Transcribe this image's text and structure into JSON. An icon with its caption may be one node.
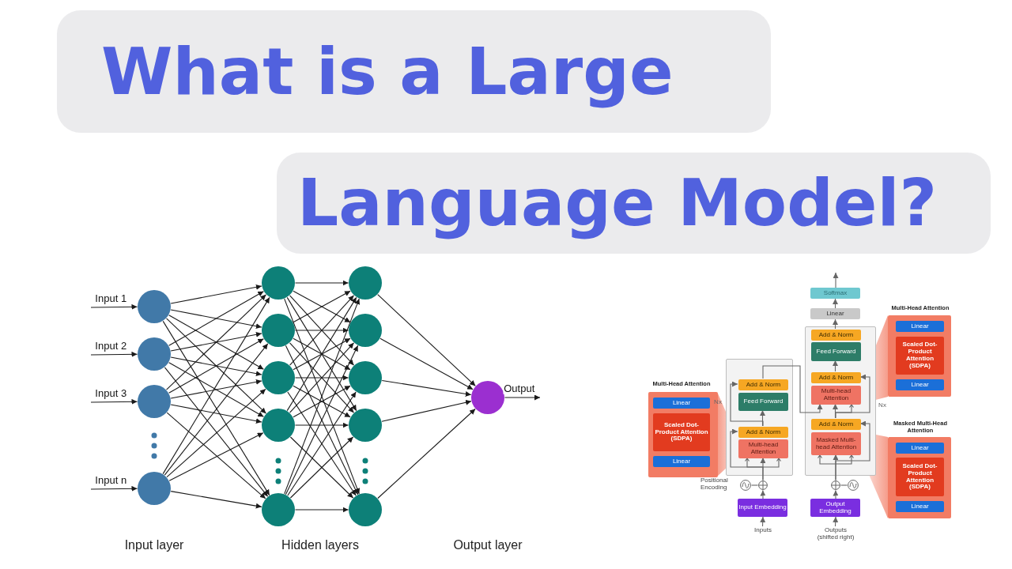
{
  "diagram": {
    "nodes": [
      {
        "text": [
          "What is a Large"
        ]
      },
      {
        "text": [
          "Language Model?"
        ]
      },
      {
        "text": [],
        "shape": "circle"
      },
      {
        "text": [],
        "shape": "circle"
      },
      {
        "text": [],
        "shape": "circle"
      },
      {
        "text": [],
        "shape": "circle"
      },
      {
        "text": [],
        "shape": "circle"
      },
      {
        "text": [],
        "shape": "circle"
      },
      {
        "text": [],
        "shape": "circle"
      },
      {
        "text": [],
        "shape": "circle"
      },
      {
        "text": [],
        "shape": "circle"
      },
      {
        "text": [],
        "shape": "circle"
      },
      {
        "text": [],
        "shape": "circle"
      },
      {
        "text": [],
        "shape": "circle"
      },
      {
        "text": [],
        "shape": "circle"
      },
      {
        "text": [],
        "shape": "circle"
      },
      {
        "text": [],
        "shape": "circle"
      },
      {
        "text": [],
        "shape": "box"
      },
      {
        "text": [
          "Add & Norm"
        ],
        "in": 17
      },
      {
        "text": [
          "Feed Forward"
        ],
        "in": 17
      },
      {
        "text": [
          "Add & Norm"
        ],
        "in": 17
      },
      {
        "text": [
          "Multi-head Attention"
        ],
        "in": 17
      },
      {
        "text": [],
        "shape": "box"
      },
      {
        "text": [
          "Add & Norm"
        ],
        "in": 22
      },
      {
        "text": [
          "Feed Forward"
        ],
        "in": 22
      },
      {
        "text": [
          "Add & Norm"
        ],
        "in": 22
      },
      {
        "text": [
          "Multi-head Attention"
        ],
        "in": 22
      },
      {
        "text": [
          "Add & Norm"
        ],
        "in": 22
      },
      {
        "text": [
          "Masked Multi-head Attention"
        ],
        "in": 22
      },
      {
        "text": [
          "Linear"
        ]
      },
      {
        "text": [
          "Softmax"
        ]
      },
      {
        "text": [],
        "shape": "circle",
        "beside": [
          "Positional Encoding"
        ]
      },
      {
        "text": [],
        "shape": "circle"
      },
      {
        "text": [
          "Input Embedding"
        ]
      },
      {
        "text": [
          "Inputs"
        ]
      },
      {
        "text": [],
        "shape": "circle"
      },
      {
        "text": [],
        "shape": "circle"
      },
      {
        "text": [
          "Output Embedding"
        ]
      },
      {
        "text": [
          "Outputs (shifted right)"
        ]
      },
      {
        "text": [
          "Multi-Head Attention"
        ]
      },
      {
        "text": [
          "Linear"
        ],
        "in": 39
      },
      {
        "text": [
          "Scaled Dot-Product Attention (SDPA)"
        ],
        "in": 39
      },
      {
        "text": [
          "Linear"
        ],
        "in": 39
      },
      {
        "text": [
          "Multi-Head Attention"
        ]
      },
      {
        "text": [
          "Linear"
        ],
        "in": 43
      },
      {
        "text": [
          "Scaled Dot-Product Attention (SDPA)"
        ],
        "in": 43
      },
      {
        "text": [
          "Linear"
        ],
        "in": 43
      },
      {
        "text": [
          "Masked Multi-Head Attention"
        ]
      },
      {
        "text": [
          "Linear"
        ],
        "in": 47
      },
      {
        "text": [
          "Scaled Dot-Product Attention (SDPA)"
        ],
        "in": 47
      },
      {
        "text": [
          "Linear"
        ],
        "in": 47
      }
    ],
    "edges": [
      {
        "from": null,
        "to": 2,
        "arrow": "to",
        "label": "Input 1"
      },
      {
        "from": null,
        "to": 3,
        "arrow": "to",
        "label": "Input 2"
      },
      {
        "from": null,
        "to": 4,
        "arrow": "to",
        "label": "Input 3"
      },
      {
        "from": null,
        "to": 5,
        "arrow": "to",
        "label": "Input n"
      },
      {
        "from": 2,
        "to": 6,
        "arrow": "to"
      },
      {
        "from": 2,
        "to": 7,
        "arrow": "to"
      },
      {
        "from": 2,
        "to": 8,
        "arrow": "to"
      },
      {
        "from": 2,
        "to": 9,
        "arrow": "to"
      },
      {
        "from": 2,
        "to": 10,
        "arrow": "to"
      },
      {
        "from": 3,
        "to": 6,
        "arrow": "to"
      },
      {
        "from": 3,
        "to": 7,
        "arrow": "to"
      },
      {
        "from": 3,
        "to": 8,
        "arrow": "to"
      },
      {
        "from": 3,
        "to": 9,
        "arrow": "to"
      },
      {
        "from": 3,
        "to": 10,
        "arrow": "to"
      },
      {
        "from": 4,
        "to": 6,
        "arrow": "to"
      },
      {
        "from": 4,
        "to": 7,
        "arrow": "to"
      },
      {
        "from": 4,
        "to": 8,
        "arrow": "to"
      },
      {
        "from": 4,
        "to": 9,
        "arrow": "to"
      },
      {
        "from": 4,
        "to": 10,
        "arrow": "to"
      },
      {
        "from": 5,
        "to": 6,
        "arrow": "to"
      },
      {
        "from": 5,
        "to": 7,
        "arrow": "to"
      },
      {
        "from": 5,
        "to": 8,
        "arrow": "to"
      },
      {
        "from": 5,
        "to": 9,
        "arrow": "to"
      },
      {
        "from": 5,
        "to": 10,
        "arrow": "to"
      },
      {
        "from": 6,
        "to": 11,
        "arrow": "to"
      },
      {
        "from": 6,
        "to": 12,
        "arrow": "to"
      },
      {
        "from": 6,
        "to": 13,
        "arrow": "to"
      },
      {
        "from": 6,
        "to": 14,
        "arrow": "to"
      },
      {
        "from": 6,
        "to": 15,
        "arrow": "to"
      },
      {
        "from": 7,
        "to": 11,
        "arrow": "to"
      },
      {
        "from": 7,
        "to": 12,
        "arrow": "to"
      },
      {
        "from": 7,
        "to": 13,
        "arrow": "to"
      },
      {
        "from": 7,
        "to": 14,
        "arrow": "to"
      },
      {
        "from": 7,
        "to": 15,
        "arrow": "to"
      },
      {
        "from": 8,
        "to": 11,
        "arrow": "to"
      },
      {
        "from": 8,
        "to": 12,
        "arrow": "to"
      },
      {
        "from": 8,
        "to": 13,
        "arrow": "to"
      },
      {
        "from": 8,
        "to": 14,
        "arrow": "to"
      },
      {
        "from": 8,
        "to": 15,
        "arrow": "to"
      },
      {
        "from": 9,
        "to": 11,
        "arrow": "to"
      },
      {
        "from": 9,
        "to": 12,
        "arrow": "to"
      },
      {
        "from": 9,
        "to": 13,
        "arrow": "to"
      },
      {
        "from": 9,
        "to": 14,
        "arrow": "to"
      },
      {
        "from": 9,
        "to": 15,
        "arrow": "to"
      },
      {
        "from": 10,
        "to": 11,
        "arrow": "to"
      },
      {
        "from": 10,
        "to": 12,
        "arrow": "to"
      },
      {
        "from": 10,
        "to": 13,
        "arrow": "to"
      },
      {
        "from": 10,
        "to": 14,
        "arrow": "to"
      },
      {
        "from": 10,
        "to": 15,
        "arrow": "to"
      },
      {
        "from": 11,
        "to": 16,
        "arrow": "to"
      },
      {
        "from": 12,
        "to": 16,
        "arrow": "to"
      },
      {
        "from": 13,
        "to": 16,
        "arrow": "to"
      },
      {
        "from": 14,
        "to": 16,
        "arrow": "to"
      },
      {
        "from": 15,
        "to": 16,
        "arrow": "to"
      },
      {
        "from": 16,
        "to": null,
        "arrow": "to",
        "label": "Output"
      },
      {
        "from": 34,
        "to": 33,
        "arrow": "to",
        "color": "#666666"
      },
      {
        "from": 33,
        "to": 32,
        "arrow": "to",
        "color": "#666666"
      },
      {
        "from": 31,
        "to": 32,
        "arrow": "none",
        "color": "#666666"
      },
      {
        "from": 32,
        "to": 21,
        "arrow": "to",
        "color": "#666666"
      },
      {
        "from": 32,
        "to": 20,
        "arrow": "to",
        "color": "#666666"
      },
      {
        "from": 20,
        "to": 19,
        "arrow": "to",
        "color": "#666666"
      },
      {
        "from": 20,
        "to": 18,
        "arrow": "to",
        "color": "#666666"
      },
      {
        "from": 18,
        "to": 26,
        "arrow": "to",
        "color": "#666666"
      },
      {
        "from": 38,
        "to": 37,
        "arrow": "to",
        "color": "#666666"
      },
      {
        "from": 37,
        "to": 35,
        "arrow": "to",
        "color": "#666666"
      },
      {
        "from": 36,
        "to": 35,
        "arrow": "none",
        "color": "#666666"
      },
      {
        "from": 35,
        "to": 28,
        "arrow": "to",
        "color": "#666666"
      },
      {
        "from": 35,
        "to": 27,
        "arrow": "to",
        "color": "#666666"
      },
      {
        "from": 27,
        "to": 26,
        "arrow": "to",
        "color": "#666666"
      },
      {
        "from": 27,
        "to": 25,
        "arrow": "to",
        "color": "#666666"
      },
      {
        "from": 25,
        "to": 24,
        "arrow": "to",
        "color": "#666666"
      },
      {
        "from": 23,
        "to": 29,
        "arrow": "to",
        "color": "#666666"
      },
      {
        "from": 29,
        "to": 30,
        "arrow": "to",
        "color": "#666666"
      },
      {
        "from": 30,
        "to": null,
        "arrow": "to",
        "color": "#666666"
      }
    ],
    "labels": [
      "Input layer",
      "Hidden layers",
      "Output layer",
      "Nx",
      "Nx"
    ]
  }
}
